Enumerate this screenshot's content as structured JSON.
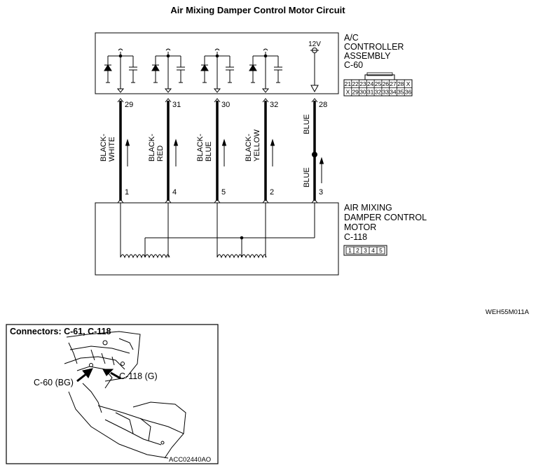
{
  "title": "Air Mixing Damper Control Motor Circuit",
  "controller": {
    "lines": [
      "A/C",
      "CONTROLLER",
      "ASSEMBLY",
      "C-60"
    ],
    "voltage": "12V",
    "connector_top": [
      "21",
      "22",
      "23",
      "24",
      "25",
      "26",
      "27",
      "28",
      "X"
    ],
    "connector_bottom": [
      "X",
      "29",
      "30",
      "31",
      "32",
      "33",
      "34",
      "35",
      "36"
    ]
  },
  "motor": {
    "lines": [
      "AIR MIXING",
      "DAMPER CONTROL",
      "MOTOR",
      "C-118"
    ],
    "connector": [
      "1",
      "2",
      "3",
      "4",
      "5"
    ]
  },
  "wires": [
    {
      "top_pin": "29",
      "bottom_pin": "1",
      "color_line1": "BLACK-",
      "color_line2": "WHITE"
    },
    {
      "top_pin": "31",
      "bottom_pin": "4",
      "color_line1": "BLACK-",
      "color_line2": "RED"
    },
    {
      "top_pin": "30",
      "bottom_pin": "5",
      "color_line1": "BLACK-",
      "color_line2": "BLUE"
    },
    {
      "top_pin": "32",
      "bottom_pin": "2",
      "color_line1": "BLACK-",
      "color_line2": "YELLOW"
    },
    {
      "top_pin": "28",
      "bottom_pin": "3",
      "color_upper": "BLUE",
      "color_lower": "BLUE"
    }
  ],
  "diagram_code": "WEH55M011A",
  "connectors_box": {
    "title": "Connectors: C-61, C-118",
    "label_c60": "C-60 (BG)",
    "label_c118": "C-118 (G)",
    "code": "ACC02440AO"
  }
}
